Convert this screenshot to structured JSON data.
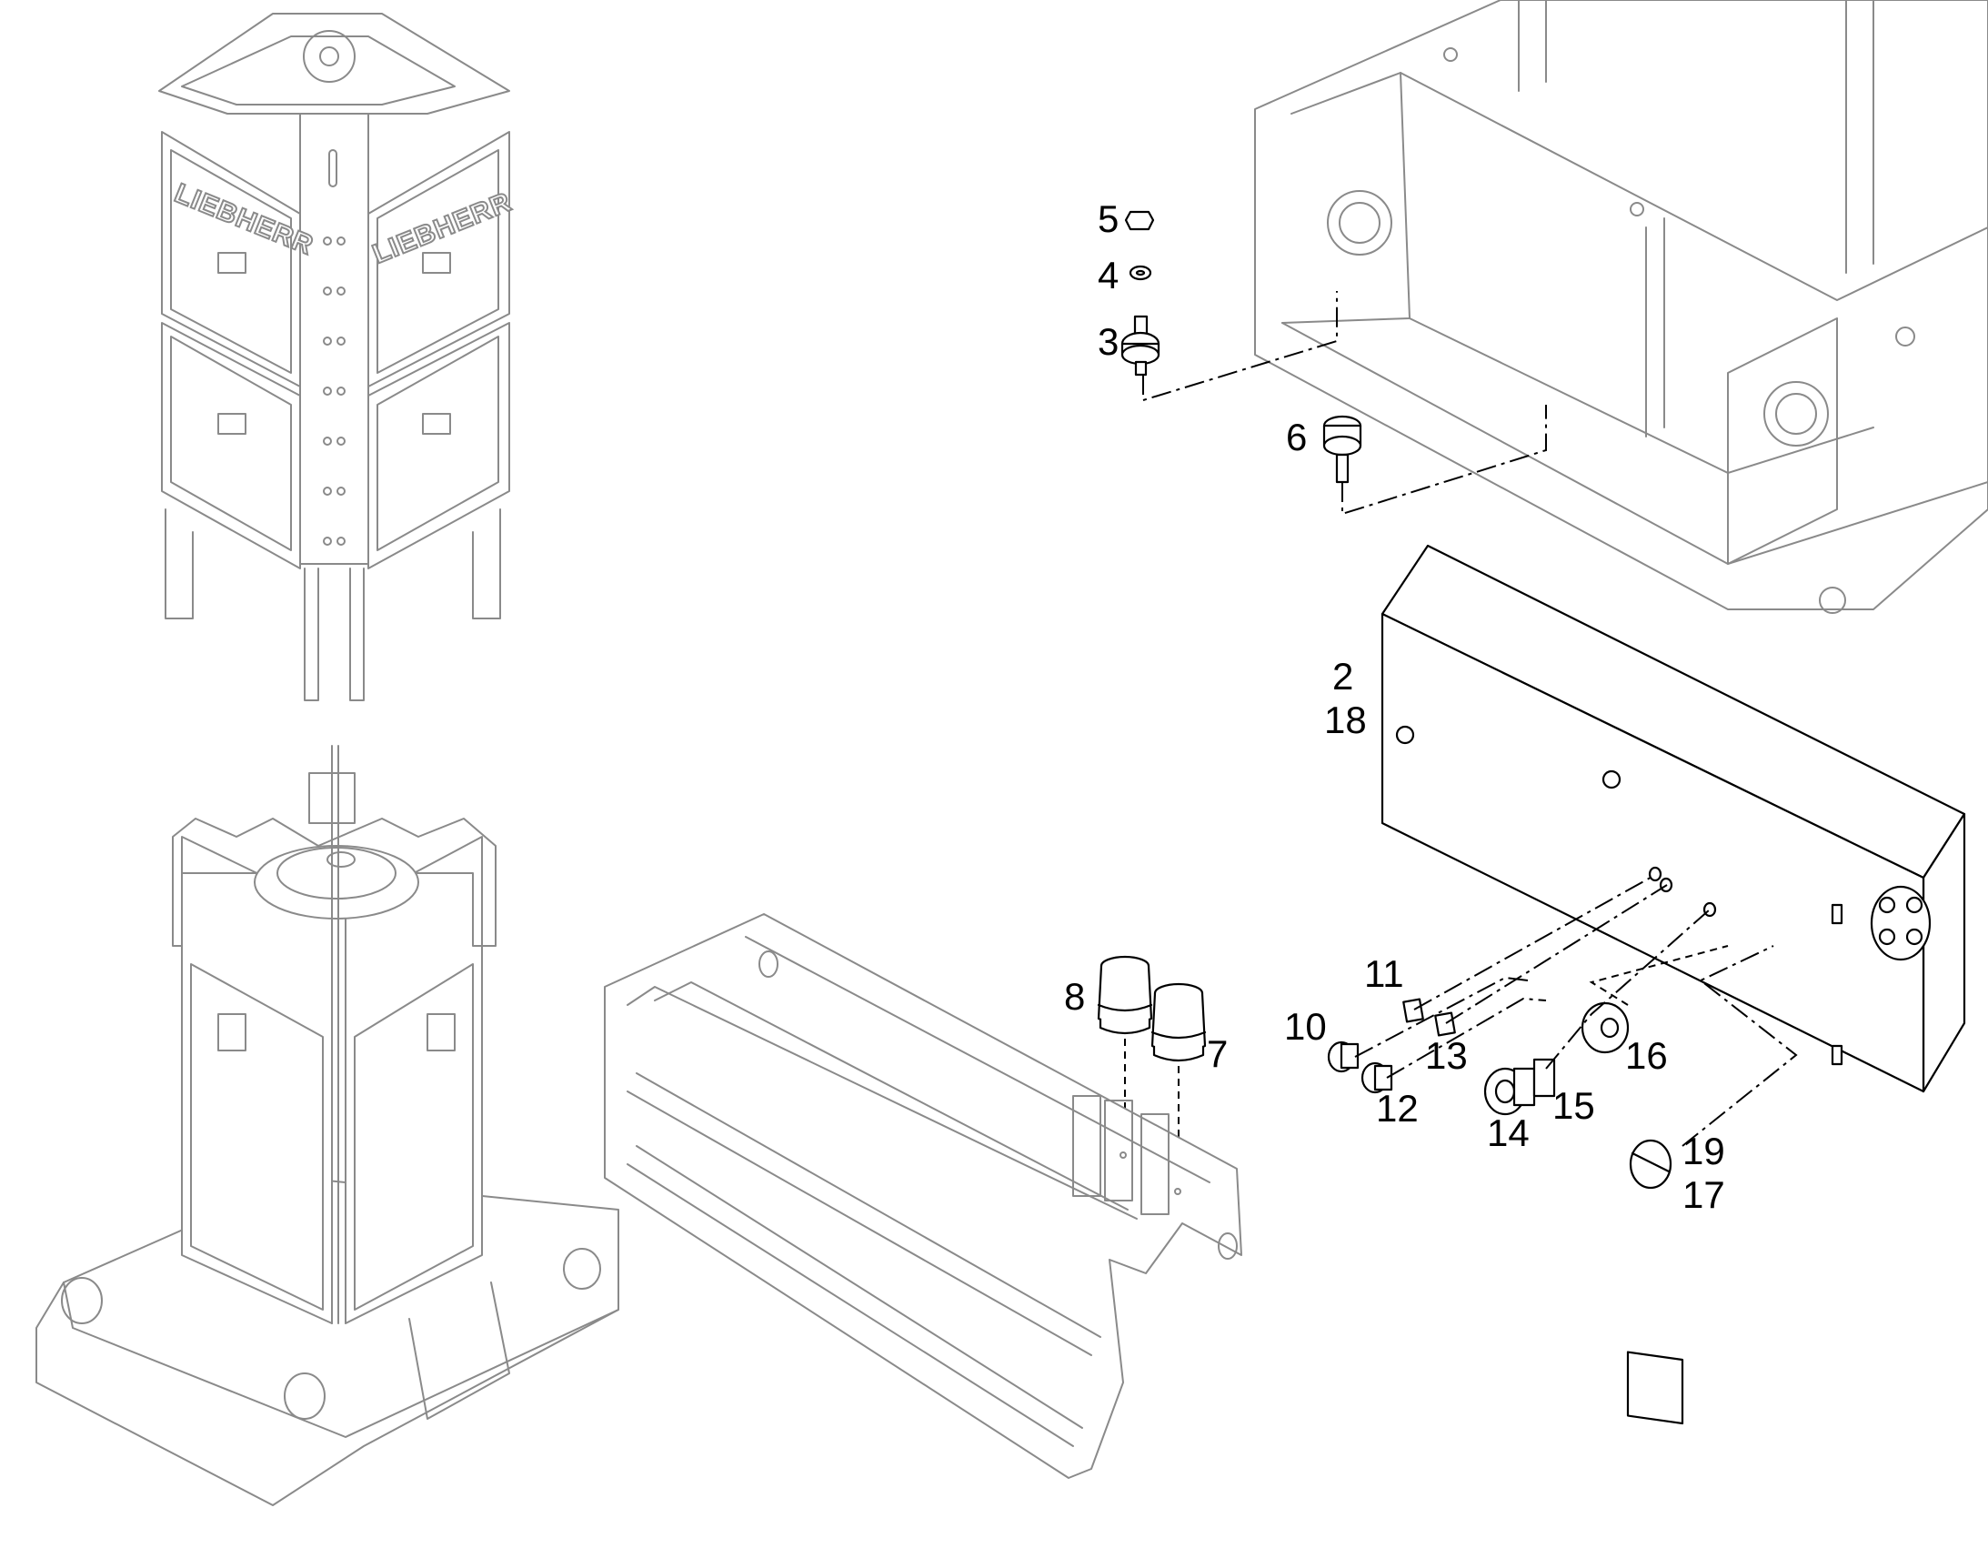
{
  "diagram": {
    "brand_text": "LIEBHERR",
    "callouts": [
      {
        "id": "callout-5",
        "text": "5"
      },
      {
        "id": "callout-4",
        "text": "4"
      },
      {
        "id": "callout-3",
        "text": "3"
      },
      {
        "id": "callout-6",
        "text": "6"
      },
      {
        "id": "callout-2",
        "text": "2"
      },
      {
        "id": "callout-18",
        "text": "18"
      },
      {
        "id": "callout-8",
        "text": "8"
      },
      {
        "id": "callout-7",
        "text": "7"
      },
      {
        "id": "callout-11",
        "text": "11"
      },
      {
        "id": "callout-10",
        "text": "10"
      },
      {
        "id": "callout-13",
        "text": "13"
      },
      {
        "id": "callout-16",
        "text": "16"
      },
      {
        "id": "callout-12",
        "text": "12"
      },
      {
        "id": "callout-15",
        "text": "15"
      },
      {
        "id": "callout-14",
        "text": "14"
      },
      {
        "id": "callout-19",
        "text": "19"
      },
      {
        "id": "callout-17",
        "text": "17"
      }
    ]
  }
}
